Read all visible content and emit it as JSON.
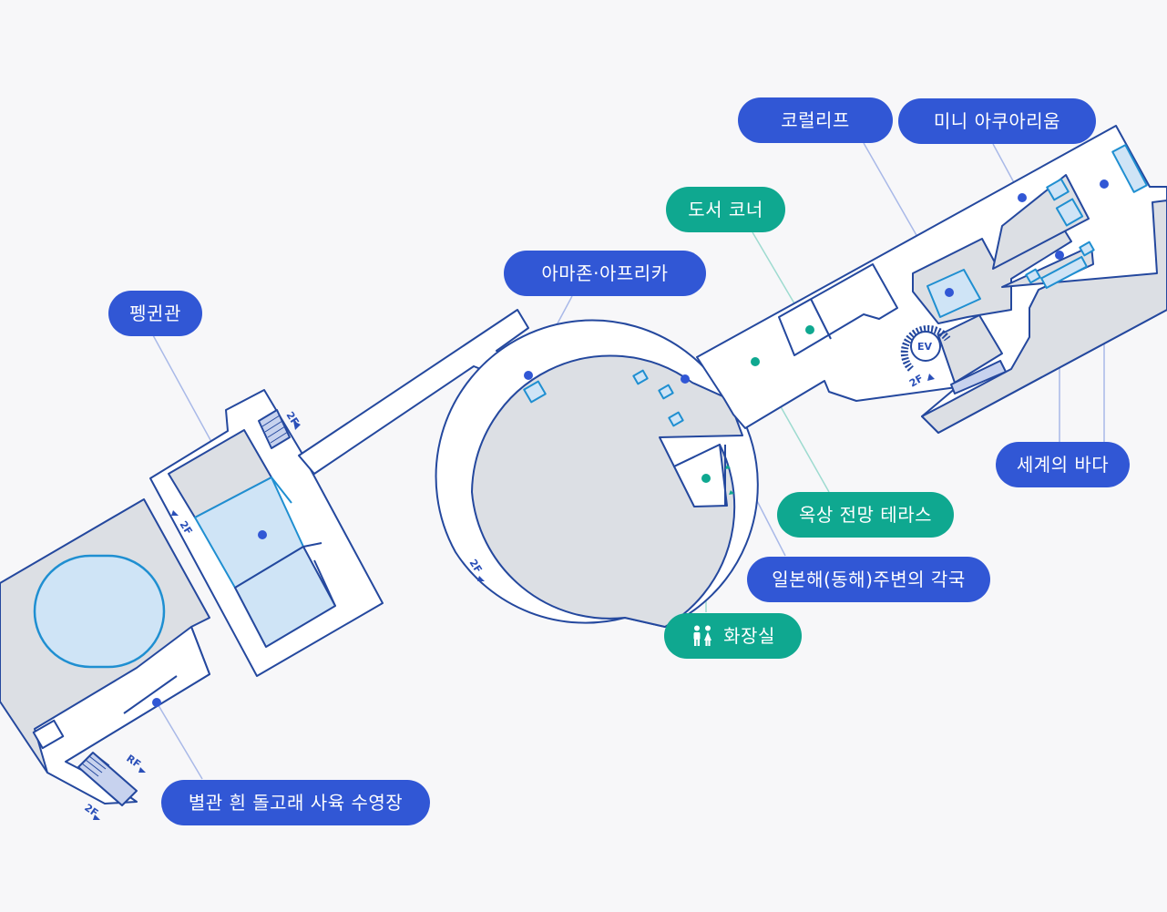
{
  "colors": {
    "background": "#f7f7f9",
    "outline": "#24489e",
    "building_fill": "#ffffff",
    "room_fill": "#dcdfe4",
    "water_fill": "#cfe4f6",
    "water_stroke": "#1f8fd1",
    "exhibit_blue": "#3157d5",
    "facility_green": "#0fa890",
    "leader_blue": "#a9b9e8",
    "leader_green": "#9edbd0"
  },
  "labels": {
    "penguin": "펭귄관",
    "amazon": "아마존·아프리카",
    "library": "도서 코너",
    "coral": "코럴리프",
    "mini": "미니 아쿠아리움",
    "world": "세계의 바다",
    "terrace": "옥상 전망 테라스",
    "japan": "일본해(동해)주변의 각국",
    "toilet": "화장실",
    "beluga": "별관 흰 돌고래 사육 수영장"
  },
  "icons": {
    "toilet": "restroom-icon",
    "elevator": "elevator-icon",
    "stairs": "stairs-icon"
  },
  "floor_tags": {
    "f2": "2F",
    "rf": "RF",
    "ev": "EV"
  }
}
